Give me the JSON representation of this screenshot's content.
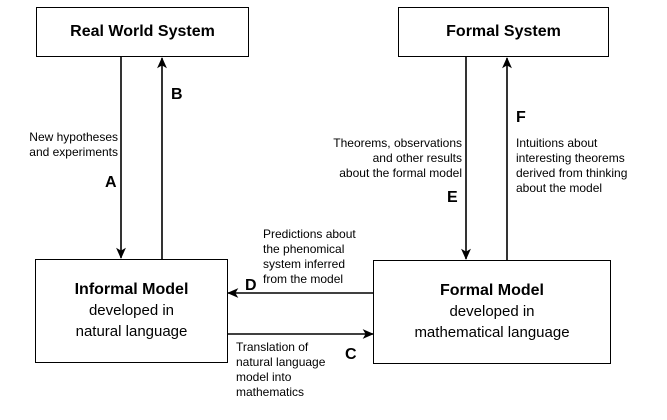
{
  "diagram": {
    "title": "Real World System / Formal System modelling cycle",
    "background_color": "#ffffff",
    "line_color": "#000000",
    "text_color": "#000000"
  },
  "nodes": [
    {
      "id": "real-world-system",
      "title": "Real World System",
      "subtitle_lines": []
    },
    {
      "id": "formal-system",
      "title": "Formal System",
      "subtitle_lines": []
    },
    {
      "id": "informal-model",
      "title": "Informal Model",
      "subtitle_lines": [
        "developed in",
        "natural language"
      ]
    },
    {
      "id": "formal-model",
      "title": "Formal Model",
      "subtitle_lines": [
        "developed in",
        "mathematical language"
      ]
    }
  ],
  "edges": [
    {
      "id": "edge-a",
      "letter": "A",
      "from": "real-world-system",
      "to": "informal-model",
      "direction": "down",
      "label": "New hypotheses\nand experiments"
    },
    {
      "id": "edge-b",
      "letter": "B",
      "from": "informal-model",
      "to": "real-world-system",
      "direction": "up",
      "label": ""
    },
    {
      "id": "edge-c",
      "letter": "C",
      "from": "informal-model",
      "to": "formal-model",
      "direction": "right",
      "label": "Translation of\nnatural language\nmodel into\nmathematics"
    },
    {
      "id": "edge-d",
      "letter": "D",
      "from": "formal-model",
      "to": "informal-model",
      "direction": "left",
      "label": "Predictions about\nthe phenomical\nsystem inferred\nfrom the model"
    },
    {
      "id": "edge-e",
      "letter": "E",
      "from": "formal-system",
      "to": "formal-model",
      "direction": "down",
      "label": "Theorems, observations\nand other results\nabout the formal model"
    },
    {
      "id": "edge-f",
      "letter": "F",
      "from": "formal-model",
      "to": "formal-system",
      "direction": "up",
      "label": "Intuitions about\ninteresting theorems\nderived from thinking\nabout the model"
    }
  ]
}
